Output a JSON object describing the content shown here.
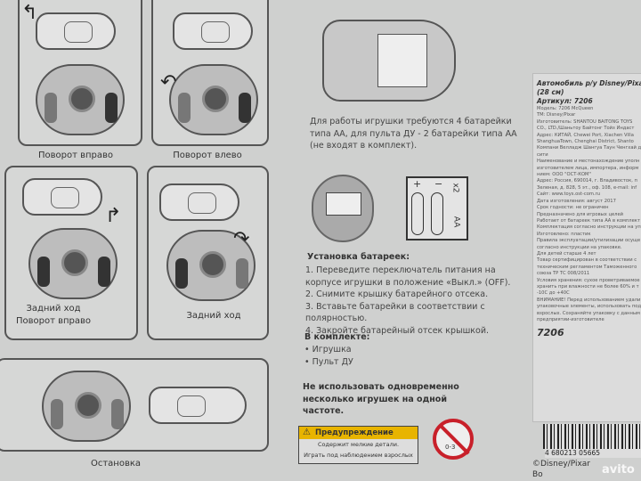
{
  "controls": {
    "turn_right": "Поворот вправо",
    "turn_left": "Поворот влево",
    "reverse_right_1": "Задний ход",
    "reverse_right_2": "Поворот вправо",
    "reverse": "Задний ход",
    "stop": "Остановка"
  },
  "batteries": {
    "intro": "Для работы игрушки требуются 4 батарейки типа АА, для пульта ДУ - 2 батарейки типа АА (не входят в комплект).",
    "diagram_count": "x2",
    "diagram_type": "AA",
    "install_title": "Установка батареек:",
    "steps": [
      "1. Переведите переключатель питания на корпусе игрушки в положение «Выкл.» (OFF).",
      "2. Снимите крышку батарейного отсека.",
      "3. Вставьте батарейки в соответствии с полярностью.",
      "4. Закройте батарейный отсек крышкой."
    ],
    "kit_title": "В комплекте:",
    "kit": [
      "• Игрушка",
      "• Пульт ДУ"
    ],
    "frequency_warning": "Не использовать одновременно несколько игрушек на одной частоте."
  },
  "warning": {
    "title": "Предупреждение",
    "line1": "Содержит мелкие детали.",
    "line2": "Играть под наблюдением взрослых",
    "age": "0-3"
  },
  "label": {
    "title": "Автомобиль р/у Disney/Pixar \"Молния",
    "size": "(28 см)",
    "article": "Артикул: 7206",
    "lines": [
      "Модель: 7206 McQueen",
      "ТМ: Disney/Pixar",
      "Изготовитель: SHANTOU BAITONG TOYS",
      "CO., LTD./Шаньтоу Байтонг Тойз Индаст",
      "Адрес: КИТАЙ, Chewei Port, Xiachen Villa",
      "ShanghuaTown, Chenghai District, Shanto",
      "Компани Велладж Шангуа Таун Ченгхай д",
      "сити",
      "Наименование и местонахождение уполн",
      "изготовителем лица, импортера, информ",
      "нием: ООО \"ОСТ-КОМ\"",
      "Адрес: Россия, 690014, г. Владивосток, п",
      "Зеленая, д. 828, 5 эт., оф. 108, e-mail: inf",
      "Сайт: www.toys.ost-com.ru",
      "Дата изготовления: август 2017",
      "Срок годности: не ограничен",
      "Предназначено для игровых целей",
      "Работает от батареек типа АА в комплект",
      "Комплектация согласно инструкции на уп",
      "Изготовлено: пластик",
      "Правила эксплуатации/утилизации осуще",
      "согласно инструкции на упаковке.",
      "Для детей старше 4 лет",
      "Товар сертифицирован в соответствии с",
      "техническим регламентом Таможенного",
      "союза ТР ТС 008/2011",
      "Условия хранения: сухое проветриваемое",
      "хранить при влажности не более 60% и т",
      "-10С до +40С",
      "ВНИМАНИЕ! Перед использованием удали",
      "упаковочные элементы, использовать под",
      "взрослых. Сохраняйте упаковку с данным",
      "предприятии-изготовителе"
    ],
    "code": "7206",
    "barcode_digits": "4 680213 05665"
  },
  "footer": {
    "copyright": "©Disney/Pixar",
    "partial": "Во"
  },
  "watermark": "avito"
}
